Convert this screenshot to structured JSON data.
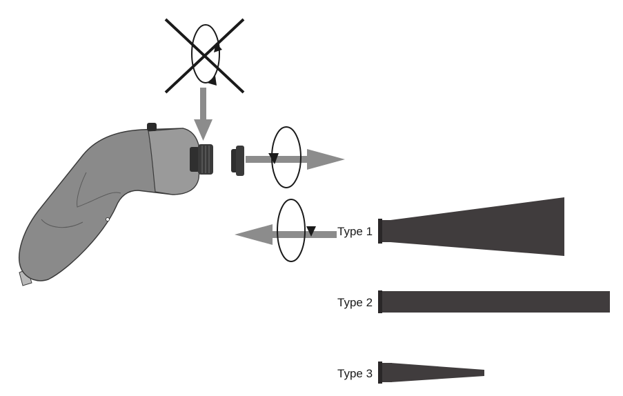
{
  "labels": {
    "type1": "Type 1",
    "type2": "Type 2",
    "type3": "Type 3"
  },
  "colors": {
    "handle_body": "#8a8a8a",
    "handle_dark": "#6f6f6f",
    "handle_outline": "#3a3a3a",
    "nozzle": "#403c3d",
    "arrow": "#8c8c8c",
    "stroke": "#1a1a1a"
  },
  "icons": {
    "prohibited_rotation": "cross-over-rotation-arrow-icon",
    "pull_off": "pull-off-rotation-arrow-icon",
    "push_on": "push-on-rotation-arrow-icon"
  }
}
